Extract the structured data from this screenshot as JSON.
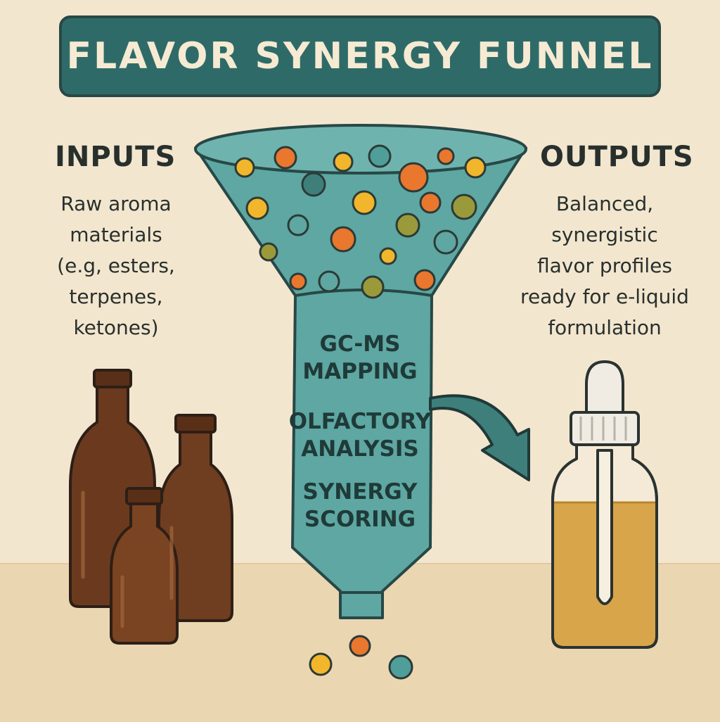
{
  "title": "FLAVOR SYNERGY FUNNEL",
  "inputs": {
    "heading": "INPUTS",
    "description_lines": [
      "Raw aroma",
      "materials",
      "(e.g, esters,",
      "terpenes,",
      "ketones)"
    ]
  },
  "outputs": {
    "heading": "OUTPUTS",
    "description_lines": [
      "Balanced,",
      "synergistic",
      "flavor profiles",
      "ready for e-liquid",
      "formulation"
    ]
  },
  "funnel_stages": [
    {
      "lines": [
        "GC-MS",
        "MAPPING"
      ]
    },
    {
      "lines": [
        "OLFACTORY",
        "ANALYSIS"
      ]
    },
    {
      "lines": [
        "SYNERGY",
        "SCORING"
      ]
    }
  ],
  "icons": [
    "amber-bottle-icon",
    "dropper-bottle-icon",
    "arrow-icon",
    "funnel-icon",
    "aroma-molecule-icon"
  ],
  "colors": {
    "banner": "#2e6b68",
    "funnel": "#5ea7a3",
    "molecule_orange": "#e9772e",
    "molecule_yellow": "#f2b62c",
    "molecule_olive": "#9a9a3a",
    "molecule_teal": "#4f9e9a",
    "bottle_brown": "#6b3a1e",
    "liquid_amber": "#d9a54a"
  }
}
